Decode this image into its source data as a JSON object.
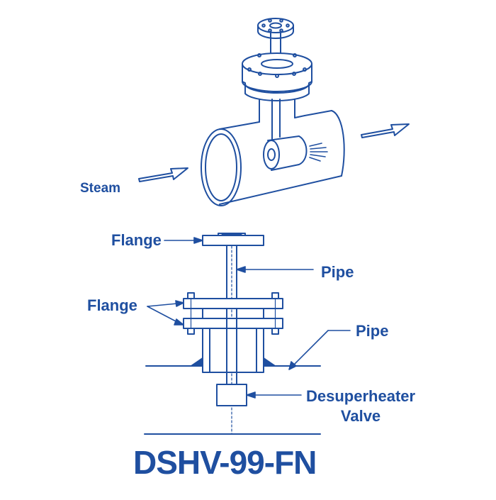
{
  "colors": {
    "line": "#1f4fa0",
    "text": "#1f4fa0",
    "background": "#ffffff"
  },
  "labels": {
    "steam": "Steam",
    "flange_top": "Flange",
    "pipe_top": "Pipe",
    "flange_pair": "Flange",
    "pipe_main": "Pipe",
    "desuperheater_line1": "Desuperheater",
    "desuperheater_line2": "Valve"
  },
  "model": "DSHV-99-FN"
}
